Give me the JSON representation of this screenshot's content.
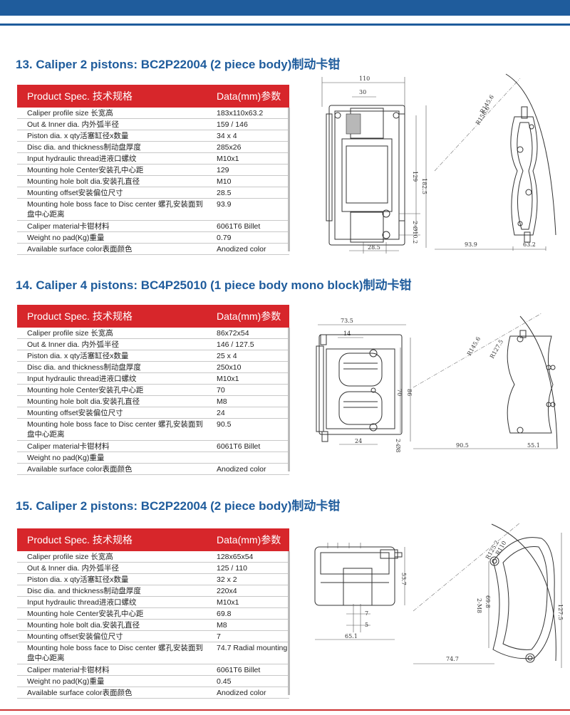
{
  "sections": [
    {
      "title": "13. Caliper 2 pistons: BC2P22004 (2 piece body)制动卡钳",
      "header": {
        "spec": "Product Spec. 技术规格",
        "data": "Data(mm)参数"
      },
      "rows": [
        {
          "label": "Caliper profile size 长宽高",
          "value": "183x110x63.2"
        },
        {
          "label": "Out & Inner dia. 内外弧半径",
          "value": "159 / 146"
        },
        {
          "label": "Piston dia. x qty活塞缸径x数量",
          "value": "34 x 4"
        },
        {
          "label": "Disc dia. and thickness制动盘厚度",
          "value": "285x26"
        },
        {
          "label": "Input hydraulic thread进液口螺纹",
          "value": "M10x1"
        },
        {
          "label": "Mounting hole Center安装孔中心距",
          "value": "129"
        },
        {
          "label": "Mounting hole bolt dia.安装孔直径",
          "value": "M10"
        },
        {
          "label": "Mounting offset安装偏位尺寸",
          "value": "28.5"
        },
        {
          "label": "Mounting hole boss face to Disc center 螺孔安装面到盘中心距离",
          "value": "93.9"
        },
        {
          "label": "Caliper material卡钳材料",
          "value": "6061T6 Billet"
        },
        {
          "label": "Weight no pad(Kg)重量",
          "value": "0.79"
        },
        {
          "label": "Available surface color表面颜色",
          "value": "Anodized color"
        }
      ],
      "dims": {
        "d1": "110",
        "d2": "30",
        "d3": "129",
        "d4": "182.5",
        "d5": "28.5",
        "d6": "2-Ø10.2",
        "d7": "93.9",
        "d8": "63.2",
        "r1": "R145.6",
        "r2": "R158.6"
      }
    },
    {
      "title": "14. Caliper 4 pistons: BC4P25010 (1 piece body mono block)制动卡钳",
      "header": {
        "spec": "Product Spec. 技术规格",
        "data": "Data(mm)参数"
      },
      "rows": [
        {
          "label": "Caliper profile size 长宽高",
          "value": "86x72x54"
        },
        {
          "label": "Out & Inner dia. 内外弧半径",
          "value": "146 / 127.5"
        },
        {
          "label": "Piston dia. x qty活塞缸径x数量",
          "value": "25 x 4"
        },
        {
          "label": "Disc dia. and thickness制动盘厚度",
          "value": "250x10"
        },
        {
          "label": "Input hydraulic thread进液口螺纹",
          "value": "M10x1"
        },
        {
          "label": "Mounting hole Center安装孔中心距",
          "value": "70"
        },
        {
          "label": "Mounting hole bolt dia.安装孔直径",
          "value": "M8"
        },
        {
          "label": "Mounting offset安装偏位尺寸",
          "value": "24"
        },
        {
          "label": "Mounting hole boss face to Disc center 螺孔安装面到盘中心距离",
          "value": "90.5"
        },
        {
          "label": "Caliper material卡钳材料",
          "value": "6061T6 Billet"
        },
        {
          "label": "Weight no pad(Kg)重量",
          "value": ""
        },
        {
          "label": "Available surface color表面颜色",
          "value": "Anodized color"
        }
      ],
      "dims": {
        "d1": "73.5",
        "d2": "14",
        "d3": "70",
        "d4": "86",
        "d5": "24",
        "d6": "2-Ø8",
        "d7": "90.5",
        "d8": "55.1",
        "r1": "R145.6",
        "r2": "R127.5"
      }
    },
    {
      "title": "15. Caliper 2 pistons: BC2P22004 (2 piece body)制动卡钳",
      "header": {
        "spec": "Product Spec. 技术规格",
        "data": "Data(mm)参数"
      },
      "rows": [
        {
          "label": "Caliper profile size 长宽高",
          "value": "128x65x54"
        },
        {
          "label": "Out & Inner dia. 内外弧半径",
          "value": "125 / 110"
        },
        {
          "label": "Piston dia. x qty活塞缸径x数量",
          "value": "32 x 2"
        },
        {
          "label": "Disc dia. and thickness制动盘厚度",
          "value": "220x4"
        },
        {
          "label": "Input hydraulic thread进液口螺纹",
          "value": "M10x1"
        },
        {
          "label": "Mounting hole Center安装孔中心距",
          "value": "69.8"
        },
        {
          "label": "Mounting hole bolt dia.安装孔直径",
          "value": "M8"
        },
        {
          "label": "Mounting offset安装偏位尺寸",
          "value": "7"
        },
        {
          "label": "Mounting hole boss face to Disc center 螺孔安装面到盘中心距离",
          "value": "74.7 Radial mounting"
        },
        {
          "label": "Caliper material卡钳材料",
          "value": "6061T6 Billet"
        },
        {
          "label": "Weight no pad(Kg)重量",
          "value": "0.45"
        },
        {
          "label": "Available surface color表面颜色",
          "value": "Anodized color"
        }
      ],
      "dims": {
        "d1": "53.7",
        "d2": "7",
        "d3": "5",
        "d4": "65.1",
        "d5": "127.5",
        "d6": "2-M8",
        "d7": "69.8",
        "d8": "74.7",
        "r1": "R110",
        "r2": "R125.2"
      }
    }
  ],
  "colors": {
    "brand_blue": "#1f5c9c",
    "header_red": "#d7262b"
  }
}
